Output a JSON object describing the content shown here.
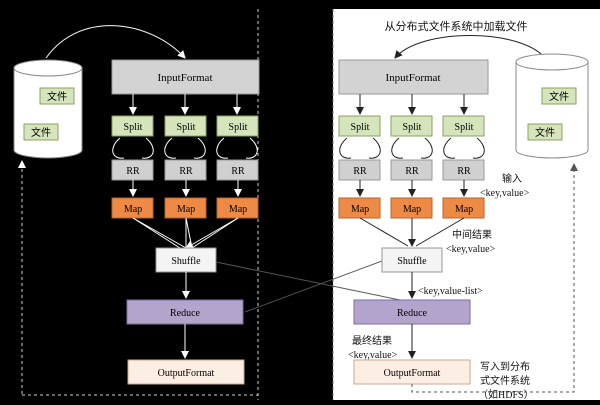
{
  "left_store": {
    "file_top": "文件",
    "file_bottom": "文件"
  },
  "left_pipeline": {
    "input_format": "InputFormat",
    "splits": [
      "Split",
      "Split",
      "Split"
    ],
    "readers": [
      "RR",
      "RR",
      "RR"
    ],
    "maps": [
      "Map",
      "Map",
      "Map"
    ],
    "shuffle": "Shuffle",
    "reduce": "Reduce",
    "output_format": "OutputFormat"
  },
  "right_store": {
    "file_top": "文件",
    "file_bottom": "文件"
  },
  "right_pipeline": {
    "input_format": "InputFormat",
    "splits": [
      "Split",
      "Split",
      "Split"
    ],
    "readers": [
      "RR",
      "RR",
      "RR"
    ],
    "maps": [
      "Map",
      "Map",
      "Map"
    ],
    "shuffle": "Shuffle",
    "reduce": "Reduce",
    "output_format": "OutputFormat"
  },
  "annotations": {
    "load_from_dfs": "从分布式文件系统中加载文件",
    "input_label": "输入",
    "input_kv": "<key,value>",
    "intermediate_label": "中间结果",
    "intermediate_kv": "<key,value>",
    "kv_list": "<key,value-list>",
    "final_label": "最终结果",
    "final_kv": "<key,value>",
    "write_line1": "写入到分布",
    "write_line2": "式文件系统",
    "write_line3": "（如HDFS）"
  },
  "colors": {
    "input_format": "#d3d3d3",
    "split": "#d6e4bc",
    "rr": "#d0d0d0",
    "map": "#ed8a45",
    "shuffle": "#f4f4f4",
    "reduce": "#b3a4cc",
    "output_format": "#fdeee4",
    "file_label": "#d6e4bc",
    "right_panel": "#ffffff"
  }
}
